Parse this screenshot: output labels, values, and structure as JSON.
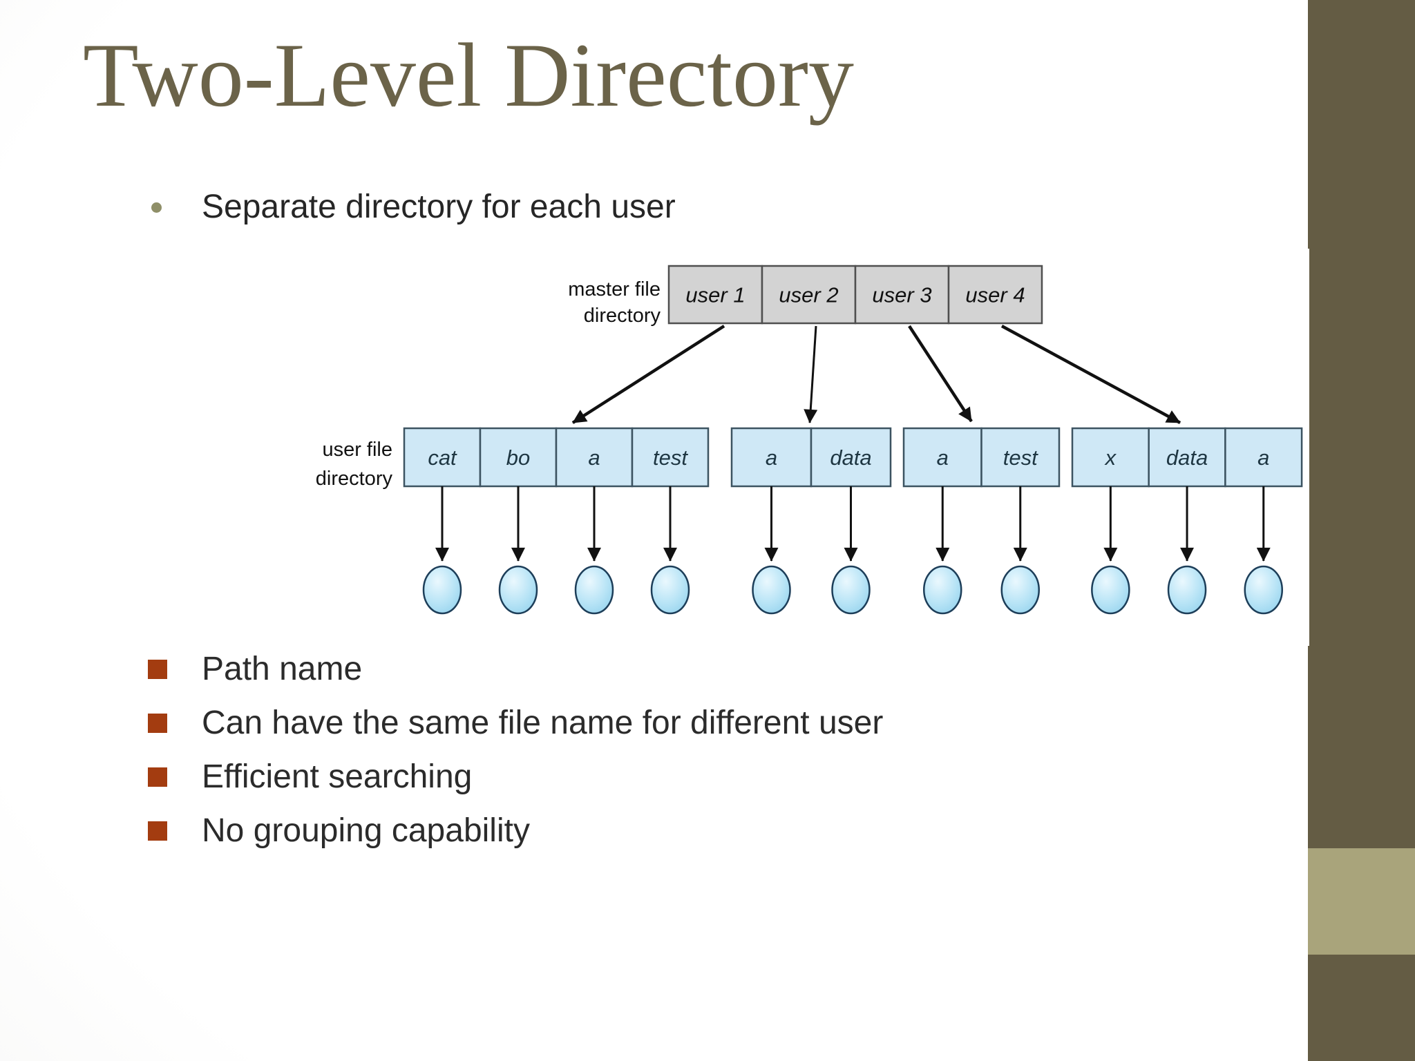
{
  "slide": {
    "title": "Two-Level Directory",
    "lead_bullet": "Separate directory for each user",
    "bullets": [
      "Path name",
      "Can have the same file name for different user",
      "Efficient searching",
      "No grouping capability"
    ]
  },
  "diagram": {
    "master_label_line1": "master file",
    "master_label_line2": "directory",
    "user_label_line1": "user file",
    "user_label_line2": "directory",
    "master_cells": [
      "user 1",
      "user 2",
      "user 3",
      "user 4"
    ],
    "user_groups": [
      [
        "cat",
        "bo",
        "a",
        "test"
      ],
      [
        "a",
        "data"
      ],
      [
        "a",
        "test"
      ],
      [
        "x",
        "data",
        "a"
      ]
    ],
    "file_count": 11
  },
  "colors": {
    "title": "#6b6349",
    "body_text": "#2b2b2b",
    "accent_square": "#a33c10",
    "lead_bullet_dot": "#8f8f68",
    "sidebar_dark": "#645c44",
    "sidebar_light": "#a9a47b",
    "master_cell_fill": "#d3d3d3",
    "master_cell_stroke": "#4f4f4f",
    "user_cell_fill": "#cfe8f6",
    "user_cell_stroke": "#3c5361",
    "file_fill_light": "#eaf8fe",
    "file_fill_dark": "#8fd0ec",
    "file_stroke": "#1d3e59",
    "arrow_color": "#111111"
  }
}
